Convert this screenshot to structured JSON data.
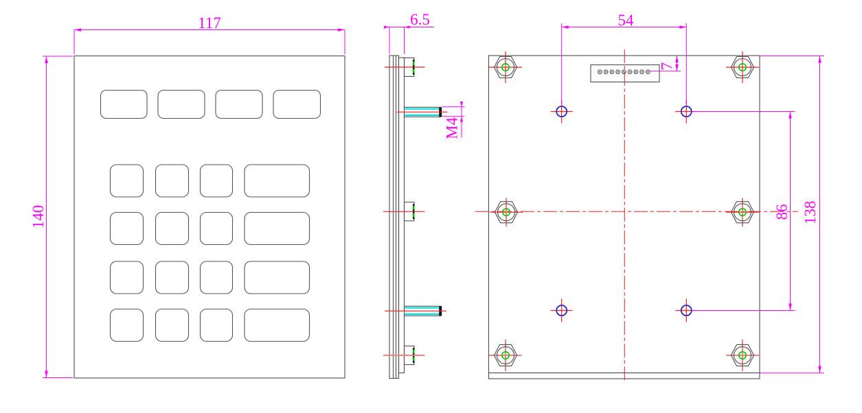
{
  "drawing": {
    "views": {
      "front": {
        "dim_width": "117",
        "dim_height": "140",
        "function_key_count": 4,
        "grid_key_count": 16
      },
      "side": {
        "dim_thickness": "6.5",
        "dim_thread": "M4",
        "screw_head_count": 3,
        "stud_count": 2
      },
      "back": {
        "dim_stud_spacing_h": "54",
        "dim_connector_offset": "7",
        "dim_stud_spacing_v": "86",
        "dim_height": "138",
        "hex_nut_count": 6,
        "stud_hole_count": 4,
        "connector_pin_count": 9
      }
    },
    "colors": {
      "outline": "#4d4d4d",
      "dimension": "#ff00ff",
      "centerline": "#ff1a1a",
      "centerline_light": "#f08080",
      "stud_highlight": "#00dede",
      "thread_mark": "#00c800",
      "hole_circle": "#2525cc"
    }
  }
}
